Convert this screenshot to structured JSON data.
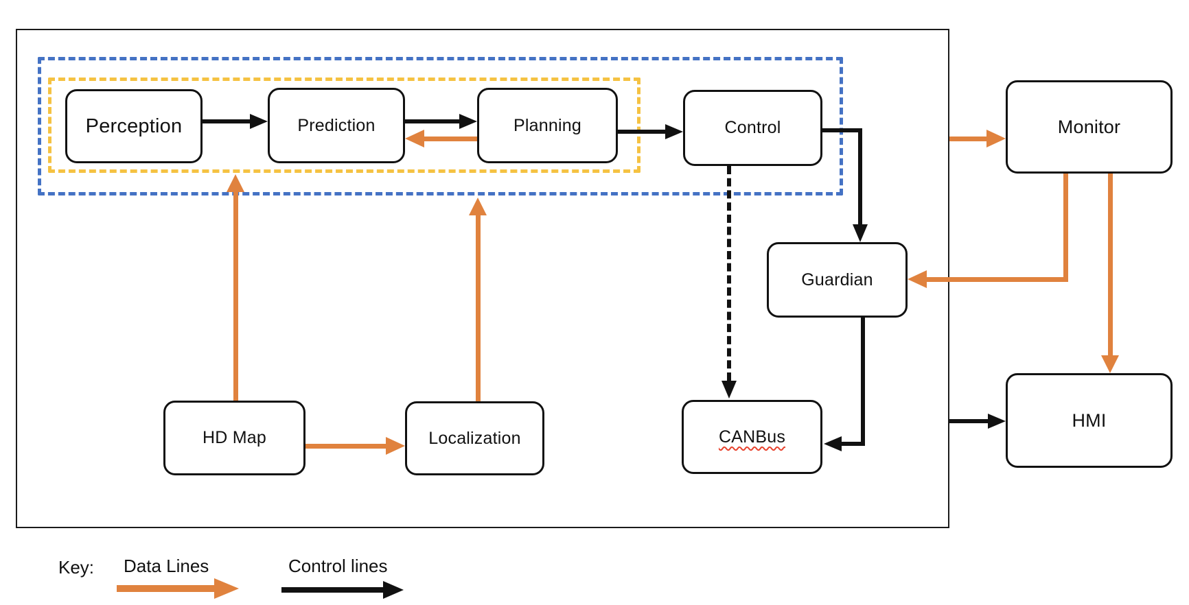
{
  "diagram": {
    "title_hint": "Autonomous driving software architecture diagram",
    "nodes": {
      "perception": "Perception",
      "prediction": "Prediction",
      "planning": "Planning",
      "control": "Control",
      "monitor": "Monitor",
      "guardian": "Guardian",
      "hd_map": "HD Map",
      "localization": "Localization",
      "canbus": "CANBus",
      "hmi": "HMI"
    },
    "groups": [
      {
        "id": "outer-dashed-group",
        "style": "blue-dashed",
        "contains": [
          "perception",
          "prediction",
          "planning",
          "control"
        ]
      },
      {
        "id": "inner-dashed-group",
        "style": "yellow-dashed",
        "contains": [
          "perception",
          "prediction",
          "planning"
        ]
      }
    ],
    "edges": [
      {
        "from": "perception",
        "to": "prediction",
        "type": "control"
      },
      {
        "from": "prediction",
        "to": "planning",
        "type": "control"
      },
      {
        "from": "planning",
        "to": "prediction",
        "type": "data"
      },
      {
        "from": "planning",
        "to": "control",
        "type": "control"
      },
      {
        "from": "control",
        "to": "guardian",
        "type": "control"
      },
      {
        "from": "control",
        "to": "canbus",
        "type": "control-dashed"
      },
      {
        "from": "guardian",
        "to": "canbus",
        "type": "control"
      },
      {
        "from": "hd_map",
        "to": "inner-dashed-group",
        "type": "data"
      },
      {
        "from": "hd_map",
        "to": "localization",
        "type": "data"
      },
      {
        "from": "localization",
        "to": "outer-dashed-group",
        "type": "data"
      },
      {
        "from": "system-boundary",
        "to": "monitor",
        "type": "data"
      },
      {
        "from": "monitor",
        "to": "guardian",
        "type": "data"
      },
      {
        "from": "monitor",
        "to": "hmi",
        "type": "data"
      },
      {
        "from": "system-boundary",
        "to": "hmi",
        "type": "control"
      }
    ],
    "key": {
      "label": "Key:",
      "data_lines": "Data Lines",
      "control_lines": "Control lines"
    },
    "colors": {
      "data_line": "#E0823E",
      "control_line": "#111111",
      "group_outer_dashed": "#4472C4",
      "group_inner_dashed": "#F5C242",
      "node_border": "#111111",
      "node_fill": "#FFFFFF",
      "canvas_bg": "#FFFFFF",
      "spellcheck": "#E8432E"
    }
  }
}
